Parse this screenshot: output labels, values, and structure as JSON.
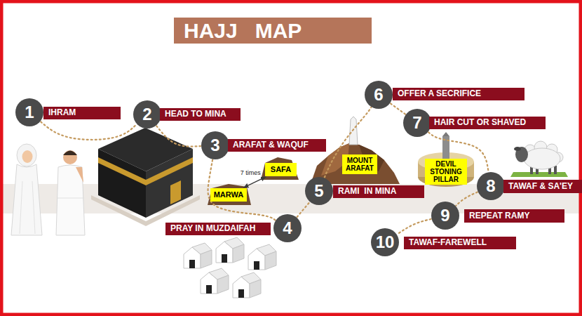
{
  "diagram": {
    "title": "HAJJ   MAP",
    "nodes": [
      {
        "text": [
          "1"
        ]
      },
      {
        "text": [
          "IHRAM"
        ]
      },
      {
        "text": [
          "2"
        ]
      },
      {
        "text": [
          "HEAD TO MINA"
        ]
      },
      {
        "text": [
          "3"
        ]
      },
      {
        "text": [
          "ARAFAT & WAQUF"
        ]
      },
      {
        "text": [
          "SAFA"
        ]
      },
      {
        "text": [
          "MARWA"
        ]
      },
      {
        "text": [
          "4"
        ]
      },
      {
        "text": [
          "PRAY IN MUZDAIFAH"
        ]
      },
      {
        "text": [
          "MOUNT ARAFAT"
        ]
      },
      {
        "text": [
          "5"
        ]
      },
      {
        "text": [
          "RAMI  IN MINA"
        ]
      },
      {
        "text": [
          "6"
        ]
      },
      {
        "text": [
          "OFFER A SECRIFICE"
        ]
      },
      {
        "text": [
          "7"
        ]
      },
      {
        "text": [
          "HAIR CUT OR SHAVED"
        ]
      },
      {
        "text": [
          "DEVIL STONING PILLAR"
        ]
      },
      {
        "text": [
          "8"
        ]
      },
      {
        "text": [
          "TAWAF & SA'EY"
        ]
      },
      {
        "text": [
          "9"
        ]
      },
      {
        "text": [
          "REPEAT RAMY"
        ]
      },
      {
        "text": [
          "10"
        ]
      },
      {
        "text": [
          "TAWAF-FAREWELL"
        ]
      }
    ],
    "edges": [
      {
        "from": 0,
        "to": 2,
        "arrow": "none"
      },
      {
        "from": 2,
        "to": 4,
        "arrow": "none"
      },
      {
        "from": 4,
        "to": 8,
        "arrow": "none"
      },
      {
        "from": 8,
        "to": 11,
        "arrow": "none"
      },
      {
        "from": 11,
        "to": 13,
        "arrow": "none"
      },
      {
        "from": 13,
        "to": 15,
        "arrow": "none"
      },
      {
        "from": 15,
        "to": 18,
        "arrow": "none"
      },
      {
        "from": 18,
        "to": 20,
        "arrow": "none"
      },
      {
        "from": 20,
        "to": 22,
        "arrow": "none"
      },
      {
        "from": 6,
        "to": 7,
        "label": "7 times",
        "arrow": "both"
      }
    ]
  }
}
